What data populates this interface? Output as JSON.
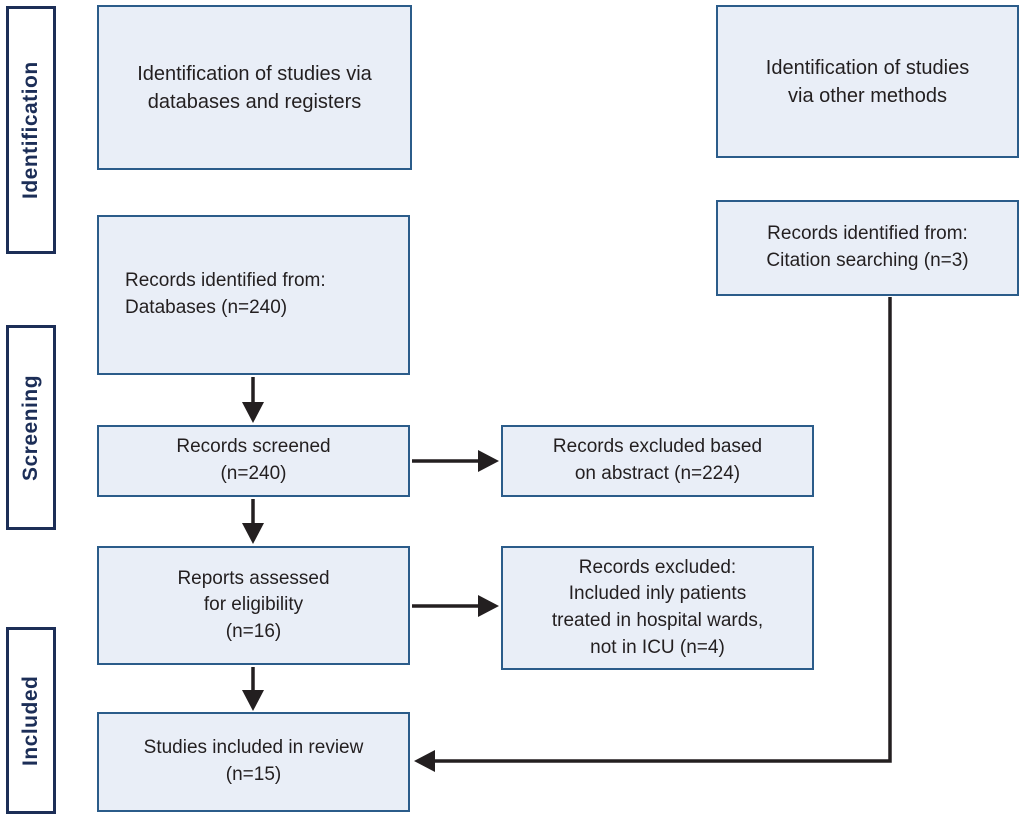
{
  "sidebar": {
    "identification": "Identification",
    "screening": "Screening",
    "included": "Included"
  },
  "headers": {
    "databases": "Identification of studies via\ndatabases and registers",
    "other": "Identification of studies\nvia other methods"
  },
  "boxes": {
    "records_identified": "Records identified from:\nDatabases (n=240)",
    "citation_searching": "Records identified from:\nCitation searching (n=3)",
    "records_screened": "Records screened\n(n=240)",
    "excluded_abstract": "Records excluded based\non abstract (n=224)",
    "reports_assessed": "Reports assessed\nfor eligibility\n(n=16)",
    "excluded_icu": "Records excluded:\nIncluded inly patients\ntreated in hospital wards,\nnot in ICU (n=4)",
    "studies_included": "Studies included in review\n(n=15)"
  },
  "colors": {
    "box_fill": "#e9eef7",
    "box_border": "#2b5c8a",
    "sidebar_border": "#1c2e57",
    "text": "#231f20",
    "arrow": "#231f20"
  }
}
